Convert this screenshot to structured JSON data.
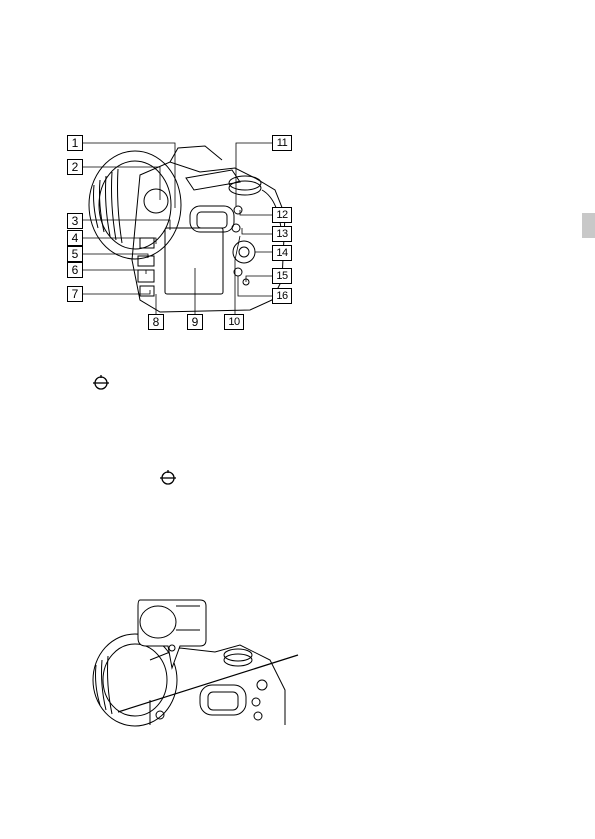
{
  "figure_top": {
    "callouts": {
      "c1": "1",
      "c2": "2",
      "c3": "3",
      "c4": "4",
      "c5": "5",
      "c6": "6",
      "c7": "7",
      "c8": "8",
      "c9": "9",
      "c10": "10",
      "c11": "11",
      "c12": "12",
      "c13": "13",
      "c14": "14",
      "c15": "15",
      "c16": "16"
    }
  },
  "symbols": {
    "image_sensor_mark": "image-sensor-position-mark"
  },
  "colors": {
    "line": "#000000",
    "tab_marker": "#c8c8c8"
  }
}
